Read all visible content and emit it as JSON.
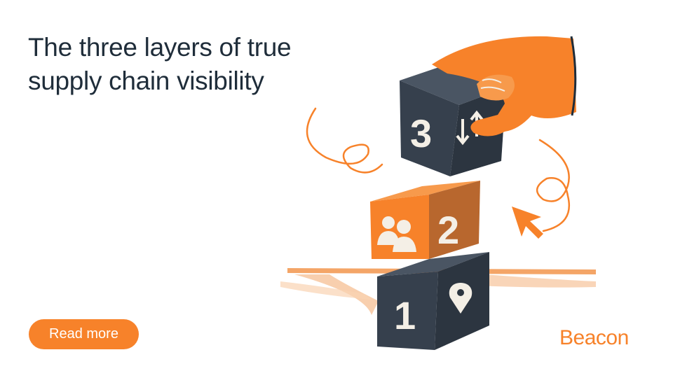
{
  "headline": {
    "line1": "The three layers of true",
    "line2": "supply chain visibility"
  },
  "cta": {
    "label": "Read more"
  },
  "brand": {
    "name": "Beacon"
  },
  "illustration": {
    "blocks": [
      {
        "digit": "1",
        "icon": "location-pin-icon"
      },
      {
        "digit": "2",
        "icon": "people-icon"
      },
      {
        "digit": "3",
        "icon": "swap-arrows-icon"
      }
    ]
  },
  "colors": {
    "accent": "#f7822a",
    "text": "#1f2d3a",
    "block_dark": "#36404d"
  }
}
